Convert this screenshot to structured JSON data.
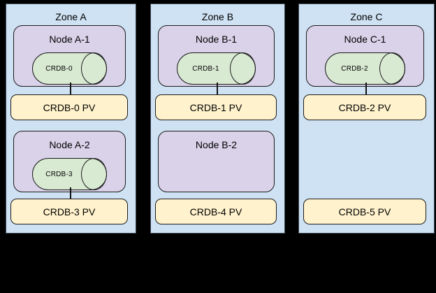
{
  "canvas": {
    "background": "#000000"
  },
  "colors": {
    "zone_fill": "#cfe2f3",
    "zone_border": "#3f4a55",
    "node_fill": "#d9d2e9",
    "db_fill": "#d9ead3",
    "pv_fill": "#fff2cc",
    "shape_border": "#1c1c1c",
    "text": "#000000"
  },
  "zones": [
    {
      "label": "Zone A",
      "rows": [
        {
          "kind": "node",
          "label": "Node A-1",
          "db_label": "CRDB-0",
          "connector": true
        },
        {
          "kind": "pv",
          "label": "CRDB-0 PV"
        },
        {
          "kind": "node",
          "label": "Node A-2",
          "db_label": "CRDB-3",
          "connector": true
        },
        {
          "kind": "pv",
          "label": "CRDB-3 PV"
        }
      ]
    },
    {
      "label": "Zone B",
      "rows": [
        {
          "kind": "node",
          "label": "Node B-1",
          "db_label": "CRDB-1",
          "connector": true
        },
        {
          "kind": "pv",
          "label": "CRDB-1 PV"
        },
        {
          "kind": "node",
          "label": "Node B-2",
          "db_label": null,
          "connector": false
        },
        {
          "kind": "pv",
          "label": "CRDB-4 PV"
        }
      ]
    },
    {
      "label": "Zone C",
      "rows": [
        {
          "kind": "node",
          "label": "Node C-1",
          "db_label": "CRDB-2",
          "connector": true
        },
        {
          "kind": "pv",
          "label": "CRDB-2 PV"
        },
        {
          "kind": "empty"
        },
        {
          "kind": "pv",
          "label": "CRDB-5 PV"
        }
      ]
    }
  ]
}
